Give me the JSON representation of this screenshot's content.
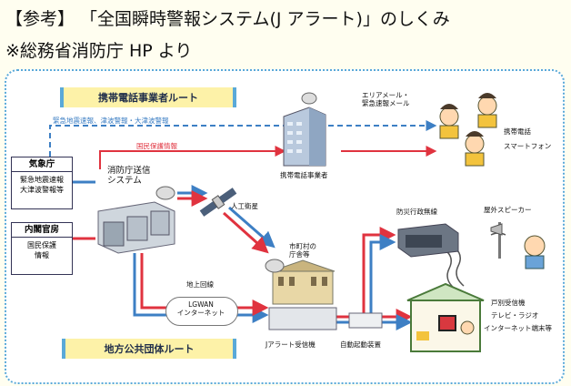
{
  "title": "【参考】 「全国瞬時警報システム(J アラート)」のしくみ",
  "subtitle": "※総務省消防庁 HP より",
  "routes": {
    "carrier": "携帯電話事業者ルート",
    "local_gov": "地方公共団体ルート"
  },
  "sources": {
    "jma": {
      "name": "気象庁",
      "body": "緊急地震速報\n大津波警報等"
    },
    "cabinet": {
      "name": "内閣官房",
      "body": "国民保護\n情報"
    }
  },
  "nodes": {
    "fdma": "消防庁送信\nシステム",
    "carrier_company": "携帯電話事業者",
    "satellite": "人工衛星",
    "municipality": "市町村の\n庁舎等",
    "ground_line": "地上回線",
    "lgwan": "LGWAN\nインターネット",
    "j_alert_receiver": "Jアラート受信機",
    "auto_start": "自動起動装置",
    "disaster_radio": "防災行政無線",
    "outdoor_speaker": "屋外スピーカー",
    "home_receiver": "戸別受信機",
    "tv_radio": "テレビ・ラジオ",
    "internet_terminal": "インターネット端末等",
    "area_mail": "エリアメール・\n緊急速報メール",
    "mobile_phone": "携帯電話",
    "smartphone": "スマートフォン"
  },
  "flows": {
    "blue_dashed": "緊急地震速報、津波警報・大津波警報",
    "red_solid": "国民保護情報"
  },
  "colors": {
    "blue": "#3d7fc4",
    "red": "#e0333f",
    "frame": "#5aa9d8",
    "route_fill": "#fdf2a8"
  }
}
